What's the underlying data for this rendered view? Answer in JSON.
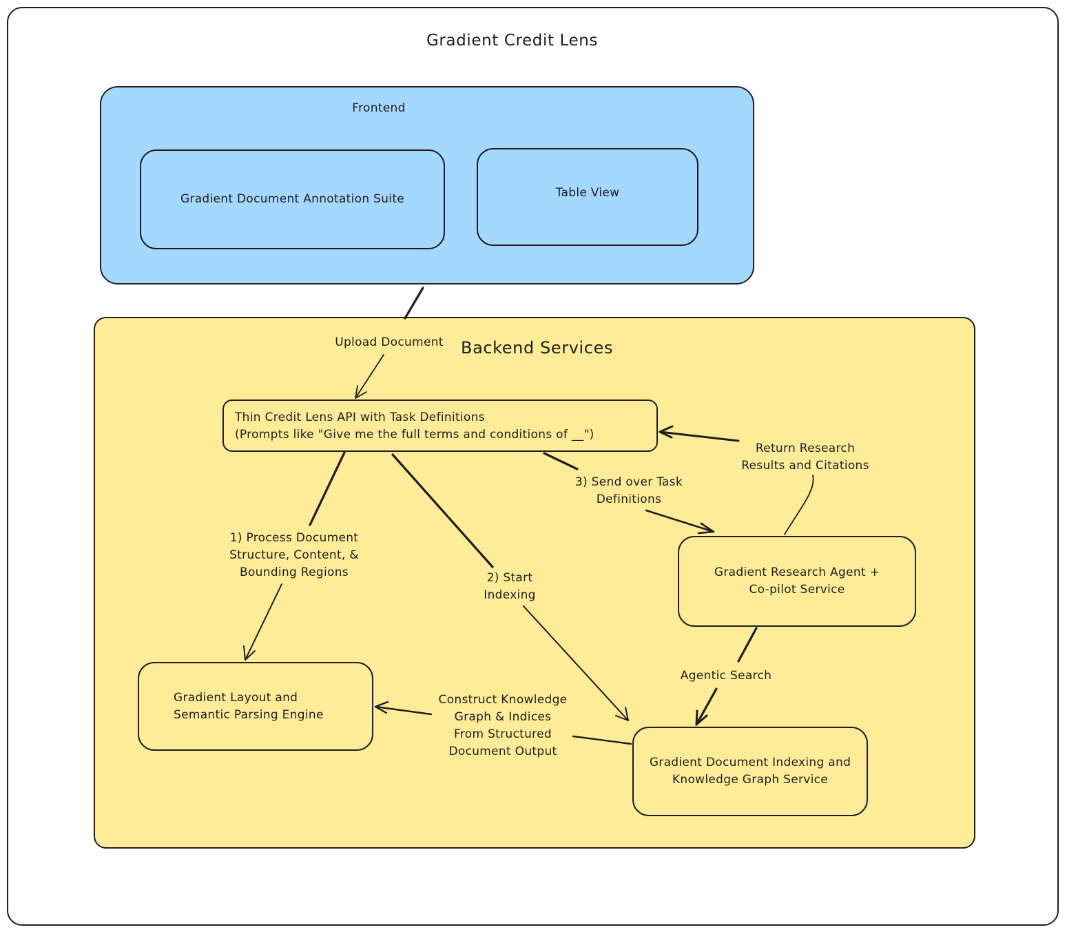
{
  "diagram": {
    "title": "Gradient Credit Lens",
    "frontend": {
      "label": "Frontend",
      "fill": "#a5d8ff",
      "nodes": {
        "annotation_suite": "Gradient Document Annotation Suite",
        "table_view": "Table View"
      }
    },
    "backend": {
      "label": "Backend Services",
      "fill": "#ffec99",
      "nodes": {
        "api_line1": "Thin Credit Lens API with Task Definitions",
        "api_line2": "(Prompts like \"Give me the full terms and conditions of __\")",
        "research_agent": "Gradient Research Agent +\nCo-pilot Service",
        "layout_engine": "Gradient Layout and\nSemantic Parsing Engine",
        "indexing_service": "Gradient Document Indexing and\nKnowledge Graph Service"
      }
    },
    "edges": {
      "upload": "Upload Document",
      "process": "1) Process Document\nStructure, Content, &\nBounding Regions",
      "indexing": "2) Start\nIndexing",
      "send_tasks": "3) Send over Task\nDefinitions",
      "return_results": "Return Research\nResults and Citations",
      "agentic_search": "Agentic Search",
      "construct_kg": "Construct Knowledge\nGraph & Indices\nFrom Structured\nDocument Output"
    }
  }
}
